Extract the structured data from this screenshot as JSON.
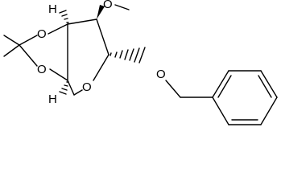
{
  "molecule": {
    "atoms": {
      "o_methoxy": "O",
      "o_dioxolane_top": "O",
      "o_dioxolane_bottom": "O",
      "o_ring": "O",
      "o_benzyl": "O",
      "h_top": "H",
      "h_bottom": "H"
    },
    "ink_color": "#000000",
    "background_color": "#ffffff"
  }
}
